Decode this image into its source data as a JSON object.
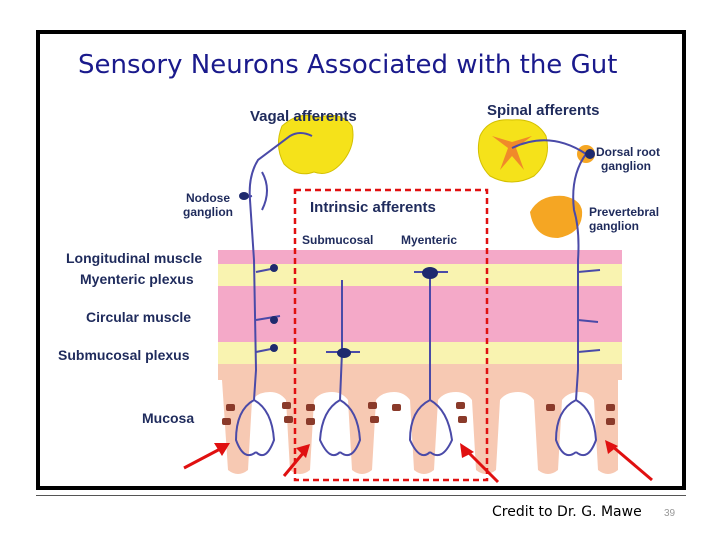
{
  "slide": {
    "title": "Sensory Neurons Associated with the Gut",
    "credit": "Credit to Dr. G. Mawe",
    "page_number": "39"
  },
  "diagram": {
    "top_labels": {
      "vagal": "Vagal afferents",
      "spinal": "Spinal afferents",
      "intrinsic": "Intrinsic afferents",
      "submucosal": "Submucosal",
      "myenteric": "Myenteric"
    },
    "ganglia": {
      "nodose_1": "Nodose",
      "nodose_2": "ganglion",
      "dorsal_1": "Dorsal root",
      "dorsal_2": "ganglion",
      "prevert_1": "Prevertebral",
      "prevert_2": "ganglion"
    },
    "layers": {
      "longitudinal": "Longitudinal muscle",
      "myenteric_plexus": "Myenteric plexus",
      "circular": "Circular muscle",
      "submucosal_plexus": "Submucosal plexus",
      "mucosa": "Mucosa"
    },
    "colors": {
      "title": "#1a1a8c",
      "label": "#1f2b5c",
      "neuron": "#4a4aa8",
      "longitudinal": "#f4a9c8",
      "plexus": "#f9f3b0",
      "mucosa": "#f7c9b3",
      "cord": "#f5e21a",
      "ganglion": "#f5a623",
      "arrow": "#e01010"
    }
  }
}
